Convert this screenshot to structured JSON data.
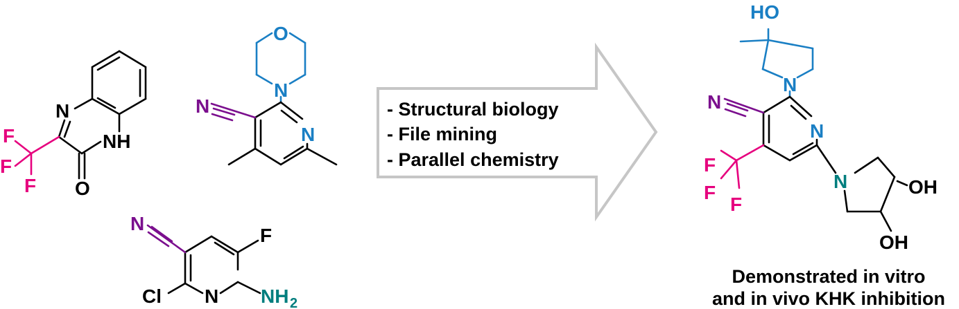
{
  "colors": {
    "fluorine": "#e6007e",
    "nitrile": "#7b0f8e",
    "amine_ring": "#1a7fc4",
    "amino": "#007e7e",
    "arrow": "#c6c6c6"
  },
  "molecule1": {
    "labels": {
      "n_ring": "N",
      "nh": "NH",
      "o": "O",
      "f1": "F",
      "f2": "F",
      "f3": "F"
    }
  },
  "molecule2": {
    "labels": {
      "o_morph": "O",
      "n_morph": "N",
      "n_nitrile": "N",
      "n_pyr": "N"
    }
  },
  "molecule3": {
    "labels": {
      "n_nitrile": "N",
      "f": "F",
      "cl": "Cl",
      "n_pyr": "N",
      "nh2": "NH",
      "nh2_sub": "2"
    }
  },
  "arrow": {
    "items": [
      "- Structural biology",
      "- File mining",
      "- Parallel chemistry"
    ]
  },
  "product": {
    "labels": {
      "ho": "HO",
      "n_top": "N",
      "n_nitrile": "N",
      "n_pyr": "N",
      "n_bottom": "N",
      "oh1": "OH",
      "oh2": "OH",
      "f1": "F",
      "f2": "F",
      "f3": "F"
    },
    "caption_line1": "Demonstrated in vitro",
    "caption_line2": "and in vivo KHK inhibition"
  }
}
